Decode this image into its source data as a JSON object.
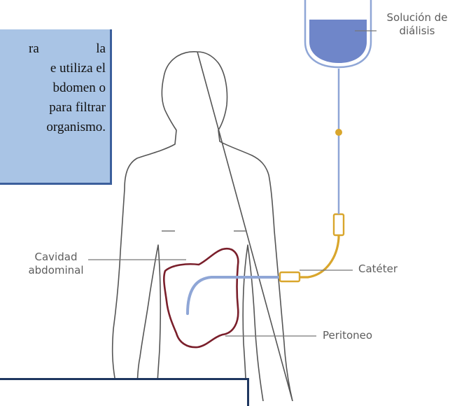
{
  "labels": {
    "solucion_line1": "Solución de",
    "solucion_line2": "diálisis",
    "cavidad_line1": "Cavidad",
    "cavidad_line2": "abdominal",
    "cateter": "Catéter",
    "peritoneo": "Peritoneo"
  },
  "textbox": {
    "line1_a": "ra",
    "line1_b": "la",
    "line2": "e utiliza el",
    "line3": "bdomen o",
    "line4": "para filtrar",
    "line5": "organismo."
  },
  "colors": {
    "outline": "#555555",
    "peritoneum": "#7a1f2b",
    "catheter": "#d9a62c",
    "tube_blue": "#8fa6d6",
    "bag": "#6f86c9",
    "textbox_bg": "#a9c4e5",
    "textbox_border": "#3b5f9c"
  }
}
